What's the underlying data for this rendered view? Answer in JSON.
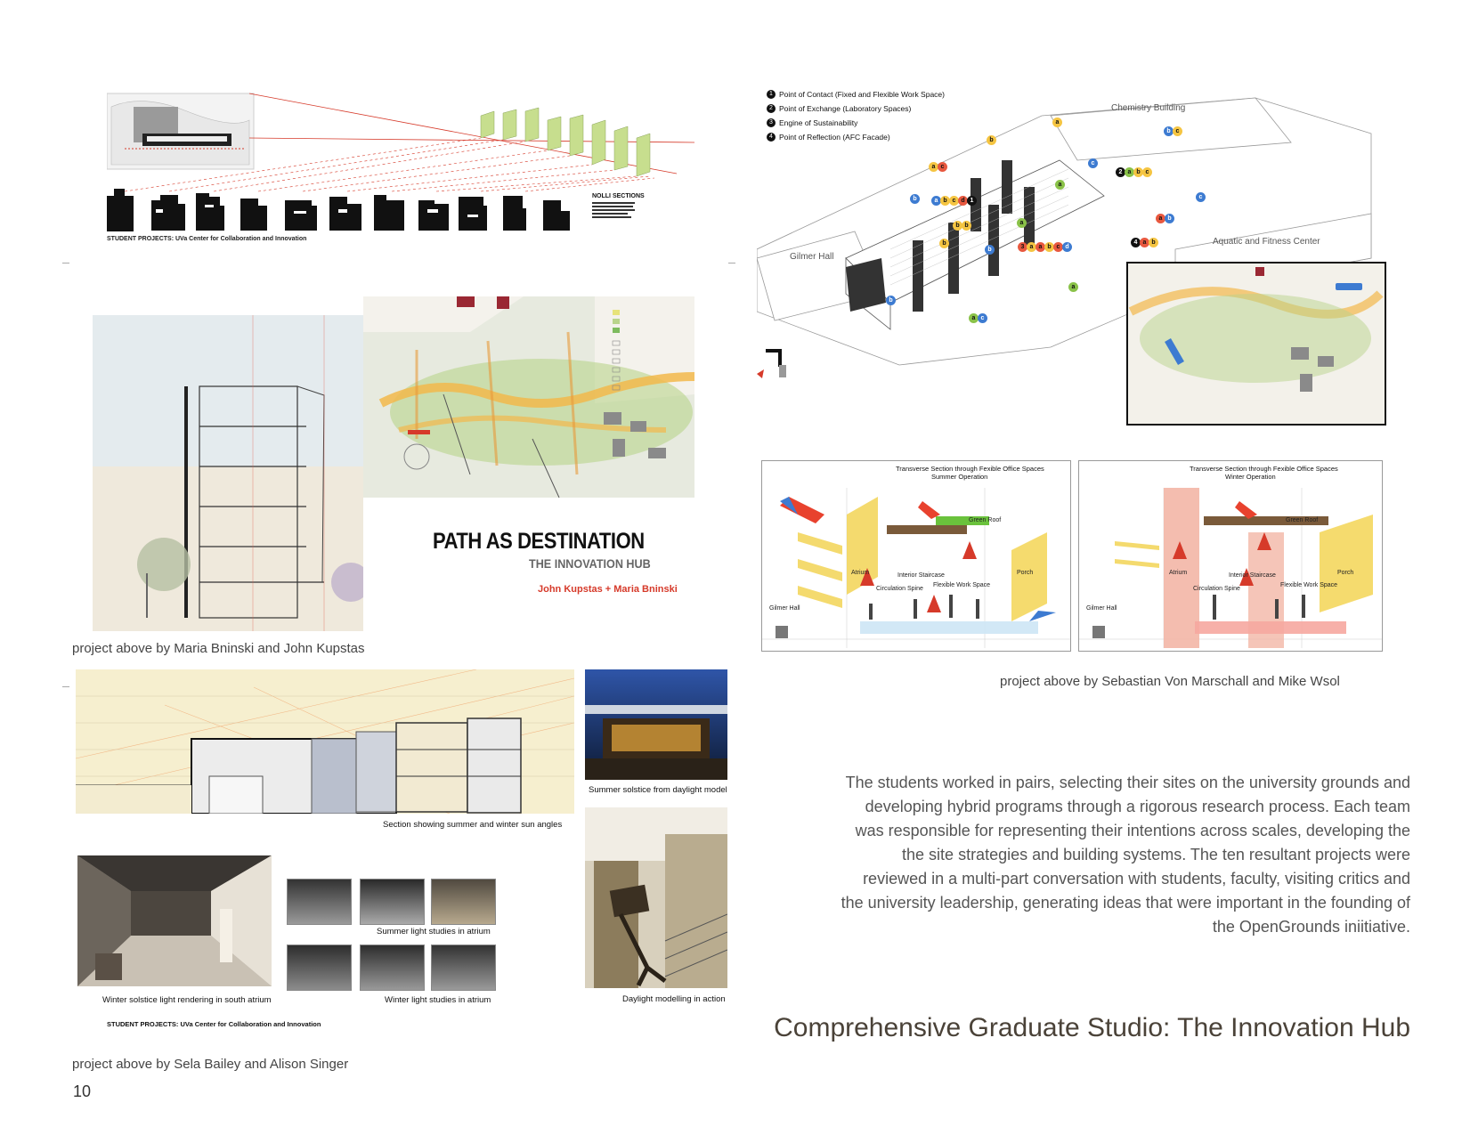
{
  "top_left": {
    "header": "STUDENT PROJECTS: UVa Center for Collaboration and Innovation",
    "nolli_title": "NOLLI SECTIONS"
  },
  "path": {
    "title": "PATH AS DESTINATION",
    "subtitle": "THE INNOVATION HUB",
    "authors": "John Kupstas + Maria Bninski",
    "credit": "project above by Maria Bninski and John Kupstas"
  },
  "axon": {
    "legend": [
      {
        "num": "1",
        "label": "Point of Contact (Fixed and Flexible Work Space)"
      },
      {
        "num": "2",
        "label": "Point of Exchange (Laboratory Spaces)"
      },
      {
        "num": "3",
        "label": "Engine of Sustainability"
      },
      {
        "num": "4",
        "label": "Point of Reflection (AFC Facade)"
      }
    ],
    "chemistry": "Chemistry Building",
    "gilmer": "Gilmer Hall",
    "aquatic": "Aquatic and Fitness Center"
  },
  "sections": {
    "left": {
      "title": "Transverse Section through Fexible Office Spaces",
      "subtitle": "Summer Operation",
      "green_roof": "Green Roof",
      "atrium": "Atrium",
      "circulation": "Circulation Spine",
      "stair": "Interior Staircase",
      "flex": "Flexible Work Space",
      "porch": "Porch",
      "gilmer": "Gilmer Hall"
    },
    "right": {
      "title": "Transverse Section through Fexible Office Spaces",
      "subtitle": "Winter Operation",
      "green_roof": "Green Roof",
      "atrium": "Atrium",
      "circulation": "Circulation Spine",
      "stair": "Interior Staircase",
      "flex": "Flexible Work Space",
      "porch": "Porch",
      "gilmer": "Gilmer Hall"
    },
    "credit": "project above by Sebastian Von Marschall and Mike Wsol"
  },
  "bottom_left": {
    "section_caption": "Section showing  summer and winter sun angles",
    "summer_model": "Summer solstice from daylight model",
    "winter_render": "Winter solstice light  rendering in south atrium",
    "summer_studies": "Summer light studies in atrium",
    "winter_studies": "Winter light studies in atrium",
    "daylight": "Daylight modelling in action",
    "header": "STUDENT PROJECTS:  UVa Center for Collaboration and Innovation",
    "credit": "project above by Sela Bailey and Alison Singer"
  },
  "body": "The students worked in pairs, selecting their sites on the university grounds and developing hybrid programs through a rigorous research process.  Each team was responsible for representing their intentions across scales, developing the the site strategies and building systems. The ten resultant projects were reviewed in a multi-part conversation with students, faculty, visiting critics and the university leadership, generating ideas that were important in the founding of the OpenGrounds iniitiative.",
  "footer": {
    "title": "Comprehensive Graduate Studio: The Innovation Hub",
    "page": "10"
  },
  "colors": {
    "accent_red": "#d63a2a",
    "map_green": "#b9d48c",
    "map_orange": "#f2b84b",
    "text_brown": "#4a4238"
  }
}
